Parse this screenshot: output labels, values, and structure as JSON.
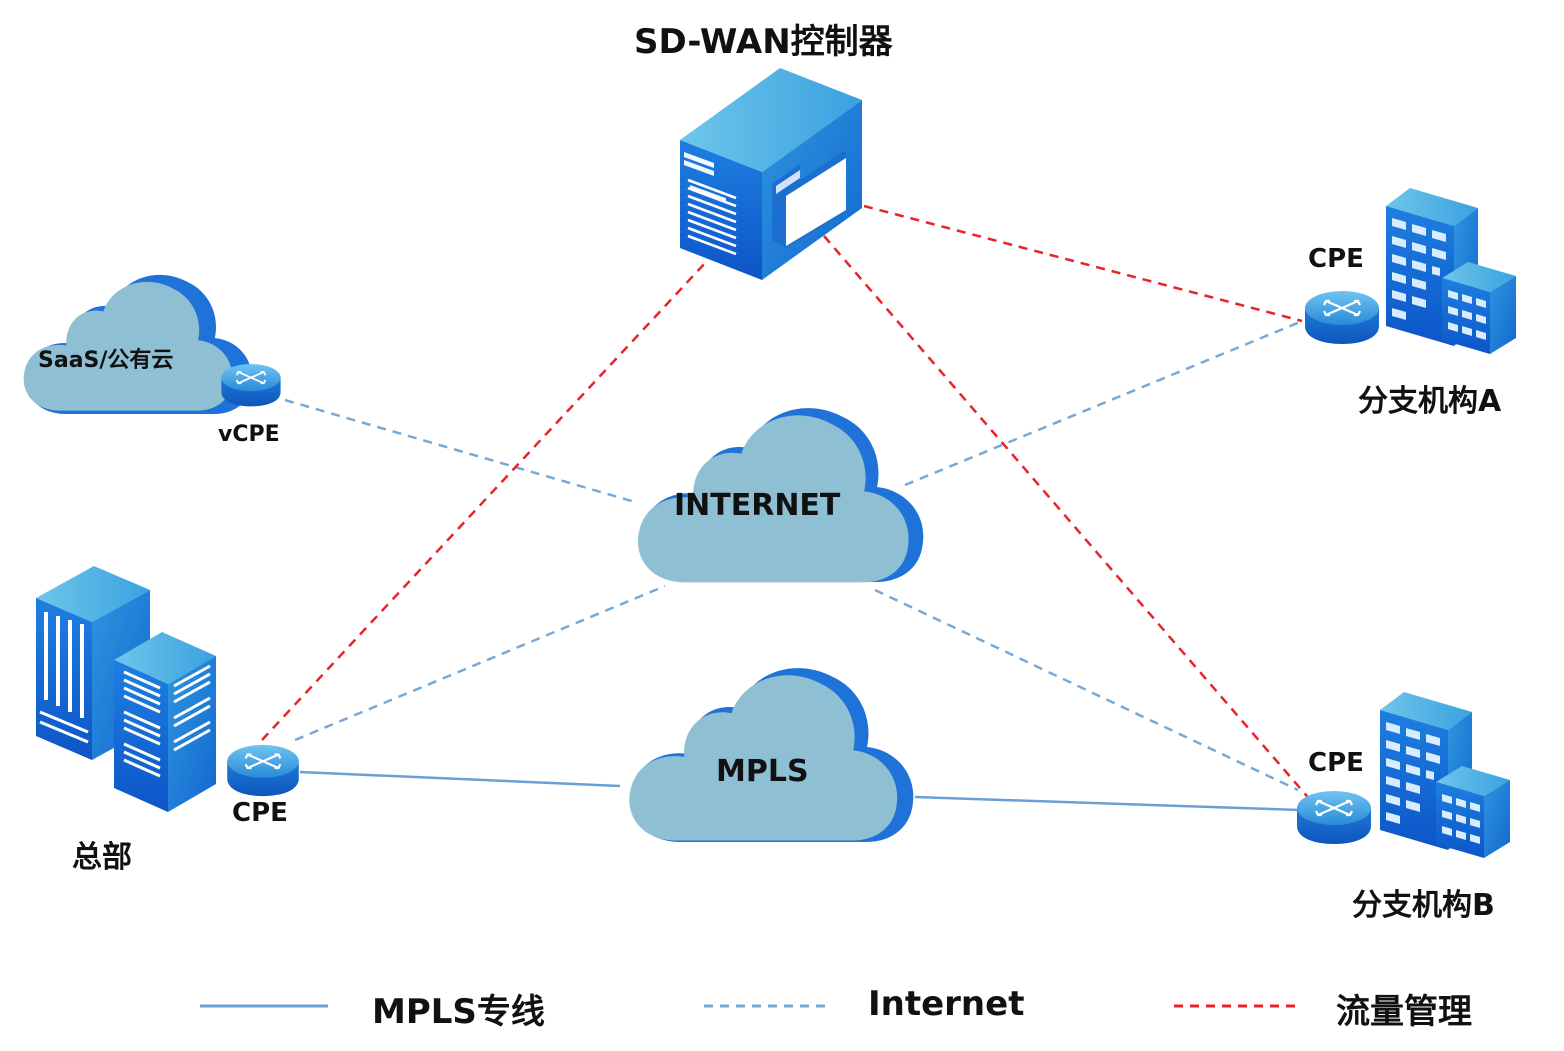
{
  "controller": {
    "label": "SD-WAN控制器"
  },
  "saas": {
    "cloud_label": "SaaS/公有云",
    "device_label": "vCPE"
  },
  "internet": {
    "label": "INTERNET"
  },
  "mpls": {
    "label": "MPLS"
  },
  "hq": {
    "label": "总部",
    "device_label": "CPE"
  },
  "branch_a": {
    "label": "分支机构A",
    "device_label": "CPE"
  },
  "branch_b": {
    "label": "分支机构B",
    "device_label": "CPE"
  },
  "legend": {
    "mpls_label": "MPLS专线",
    "internet_label": "Internet",
    "traffic_label": "流量管理"
  },
  "colors": {
    "mpls_line": "#6a9fd4",
    "internet_line": "#78a9d6",
    "traffic_line": "#e8232a",
    "cloud_fill": "#8ebfd3",
    "cloud_edge": "#1e72d8",
    "device_blue": "#1a6fd0"
  },
  "icons": [
    "server-icon",
    "router-icon",
    "building-icon",
    "cloud-icon"
  ]
}
